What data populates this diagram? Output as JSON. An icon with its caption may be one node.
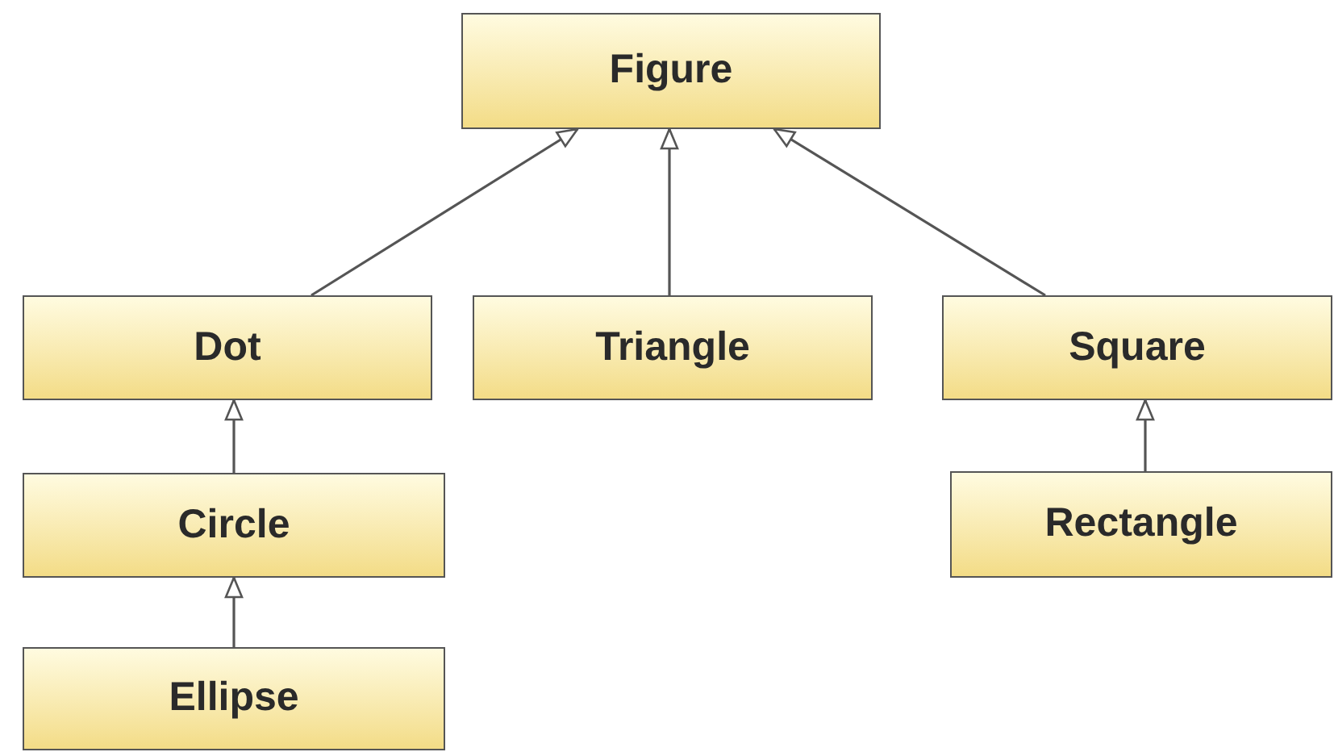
{
  "diagram": {
    "nodes": [
      {
        "text": [
          "Figure"
        ]
      },
      {
        "text": [
          "Dot"
        ]
      },
      {
        "text": [
          "Triangle"
        ]
      },
      {
        "text": [
          "Square"
        ]
      },
      {
        "text": [
          "Circle"
        ]
      },
      {
        "text": [
          "Rectangle"
        ]
      },
      {
        "text": [
          "Ellipse"
        ]
      }
    ],
    "edges": [
      {
        "from": 1,
        "to": 0,
        "arrow": "to"
      },
      {
        "from": 2,
        "to": 0,
        "arrow": "to"
      },
      {
        "from": 3,
        "to": 0,
        "arrow": "to"
      },
      {
        "from": 4,
        "to": 1,
        "arrow": "to"
      },
      {
        "from": 6,
        "to": 4,
        "arrow": "to"
      },
      {
        "from": 5,
        "to": 3,
        "arrow": "to"
      }
    ]
  }
}
